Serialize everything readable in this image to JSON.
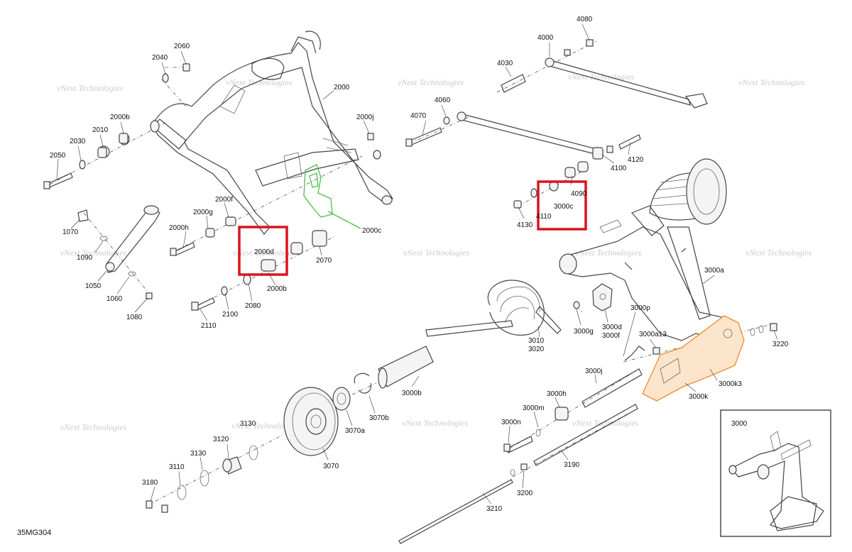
{
  "diagram": {
    "code": "35MG304",
    "watermark": "vNext Technologies",
    "colors": {
      "highlight_box": "#d8141e",
      "part_2000c": "#4cbf4c",
      "part_3000k": "#f08a2c"
    }
  },
  "labels": [
    {
      "id": "lbl-2060",
      "text": "2060"
    },
    {
      "id": "lbl-2040",
      "text": "2040"
    },
    {
      "id": "lbl-2000",
      "text": "2000"
    },
    {
      "id": "lbl-2000b-top",
      "text": "2000b"
    },
    {
      "id": "lbl-2010",
      "text": "2010"
    },
    {
      "id": "lbl-2030",
      "text": "2030"
    },
    {
      "id": "lbl-2050",
      "text": "2050"
    },
    {
      "id": "lbl-2000j",
      "text": "2000j"
    },
    {
      "id": "lbl-2000f",
      "text": "2000f"
    },
    {
      "id": "lbl-2000g",
      "text": "2000g"
    },
    {
      "id": "lbl-2000h",
      "text": "2000h"
    },
    {
      "id": "lbl-2000d",
      "text": "2000d"
    },
    {
      "id": "lbl-2000b",
      "text": "2000b"
    },
    {
      "id": "lbl-2000c",
      "text": "2000c"
    },
    {
      "id": "lbl-2070",
      "text": "2070"
    },
    {
      "id": "lbl-2080",
      "text": "2080"
    },
    {
      "id": "lbl-2100",
      "text": "2100"
    },
    {
      "id": "lbl-2110",
      "text": "2110"
    },
    {
      "id": "lbl-1070",
      "text": "1070"
    },
    {
      "id": "lbl-1090",
      "text": "1090"
    },
    {
      "id": "lbl-1050",
      "text": "1050"
    },
    {
      "id": "lbl-1060",
      "text": "1060"
    },
    {
      "id": "lbl-1080",
      "text": "1080"
    },
    {
      "id": "lbl-4080",
      "text": "4080"
    },
    {
      "id": "lbl-4000",
      "text": "4000"
    },
    {
      "id": "lbl-4030",
      "text": "4030"
    },
    {
      "id": "lbl-4060",
      "text": "4060"
    },
    {
      "id": "lbl-4070",
      "text": "4070"
    },
    {
      "id": "lbl-4100",
      "text": "4100"
    },
    {
      "id": "lbl-4120",
      "text": "4120"
    },
    {
      "id": "lbl-4090",
      "text": "4090"
    },
    {
      "id": "lbl-3000c",
      "text": "3000c"
    },
    {
      "id": "lbl-4110",
      "text": "4110"
    },
    {
      "id": "lbl-4130",
      "text": "4130"
    },
    {
      "id": "lbl-3000a",
      "text": "3000a"
    },
    {
      "id": "lbl-3000p",
      "text": "3000p"
    },
    {
      "id": "lbl-3000g",
      "text": "3000g"
    },
    {
      "id": "lbl-3000d",
      "text": "3000d"
    },
    {
      "id": "lbl-3000f",
      "text": "3000f"
    },
    {
      "id": "lbl-3000a13",
      "text": "3000a13"
    },
    {
      "id": "lbl-3220",
      "text": "3220"
    },
    {
      "id": "lbl-3010",
      "text": "3010"
    },
    {
      "id": "lbl-3020",
      "text": "3020"
    },
    {
      "id": "lbl-3000k3",
      "text": "3000k3"
    },
    {
      "id": "lbl-3000k",
      "text": "3000k"
    },
    {
      "id": "lbl-3000j",
      "text": "3000j"
    },
    {
      "id": "lbl-3000b",
      "text": "3000b"
    },
    {
      "id": "lbl-3000h",
      "text": "3000h"
    },
    {
      "id": "lbl-3000m",
      "text": "3000m"
    },
    {
      "id": "lbl-3000n",
      "text": "3000n"
    },
    {
      "id": "lbl-3190",
      "text": "3190"
    },
    {
      "id": "lbl-3200",
      "text": "3200"
    },
    {
      "id": "lbl-3210",
      "text": "3210"
    },
    {
      "id": "lbl-3070b",
      "text": "3070b"
    },
    {
      "id": "lbl-3070a",
      "text": "3070a"
    },
    {
      "id": "lbl-3070",
      "text": "3070"
    },
    {
      "id": "lbl-3130-top",
      "text": "3130"
    },
    {
      "id": "lbl-3120",
      "text": "3120"
    },
    {
      "id": "lbl-3130",
      "text": "3130"
    },
    {
      "id": "lbl-3110",
      "text": "3110"
    },
    {
      "id": "lbl-3180",
      "text": "3180"
    },
    {
      "id": "lbl-3000",
      "text": "3000"
    }
  ]
}
